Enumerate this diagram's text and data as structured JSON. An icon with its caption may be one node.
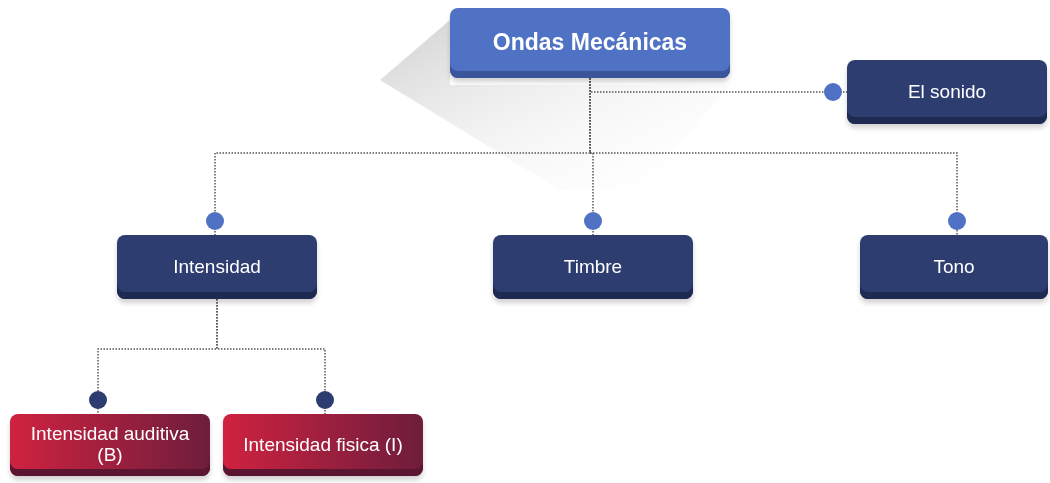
{
  "diagram": {
    "nodes": [
      {
        "text": [
          "Ondas Mecánicas"
        ]
      },
      {
        "text": [
          "El sonido"
        ]
      },
      {
        "text": [
          "Intensidad"
        ]
      },
      {
        "text": [
          "Timbre"
        ]
      },
      {
        "text": [
          "Tono"
        ]
      },
      {
        "text": [
          "Intensidad auditiva (B)"
        ]
      },
      {
        "text": [
          "Intensidad fisica (I)"
        ]
      }
    ],
    "edges": [
      {
        "from": 0,
        "to": 1,
        "arrow": "other"
      },
      {
        "from": 0,
        "to": 2,
        "arrow": "other"
      },
      {
        "from": 0,
        "to": 3,
        "arrow": "other"
      },
      {
        "from": 0,
        "to": 4,
        "arrow": "other"
      },
      {
        "from": 2,
        "to": 5,
        "arrow": "other"
      },
      {
        "from": 2,
        "to": 6,
        "arrow": "other"
      }
    ]
  }
}
